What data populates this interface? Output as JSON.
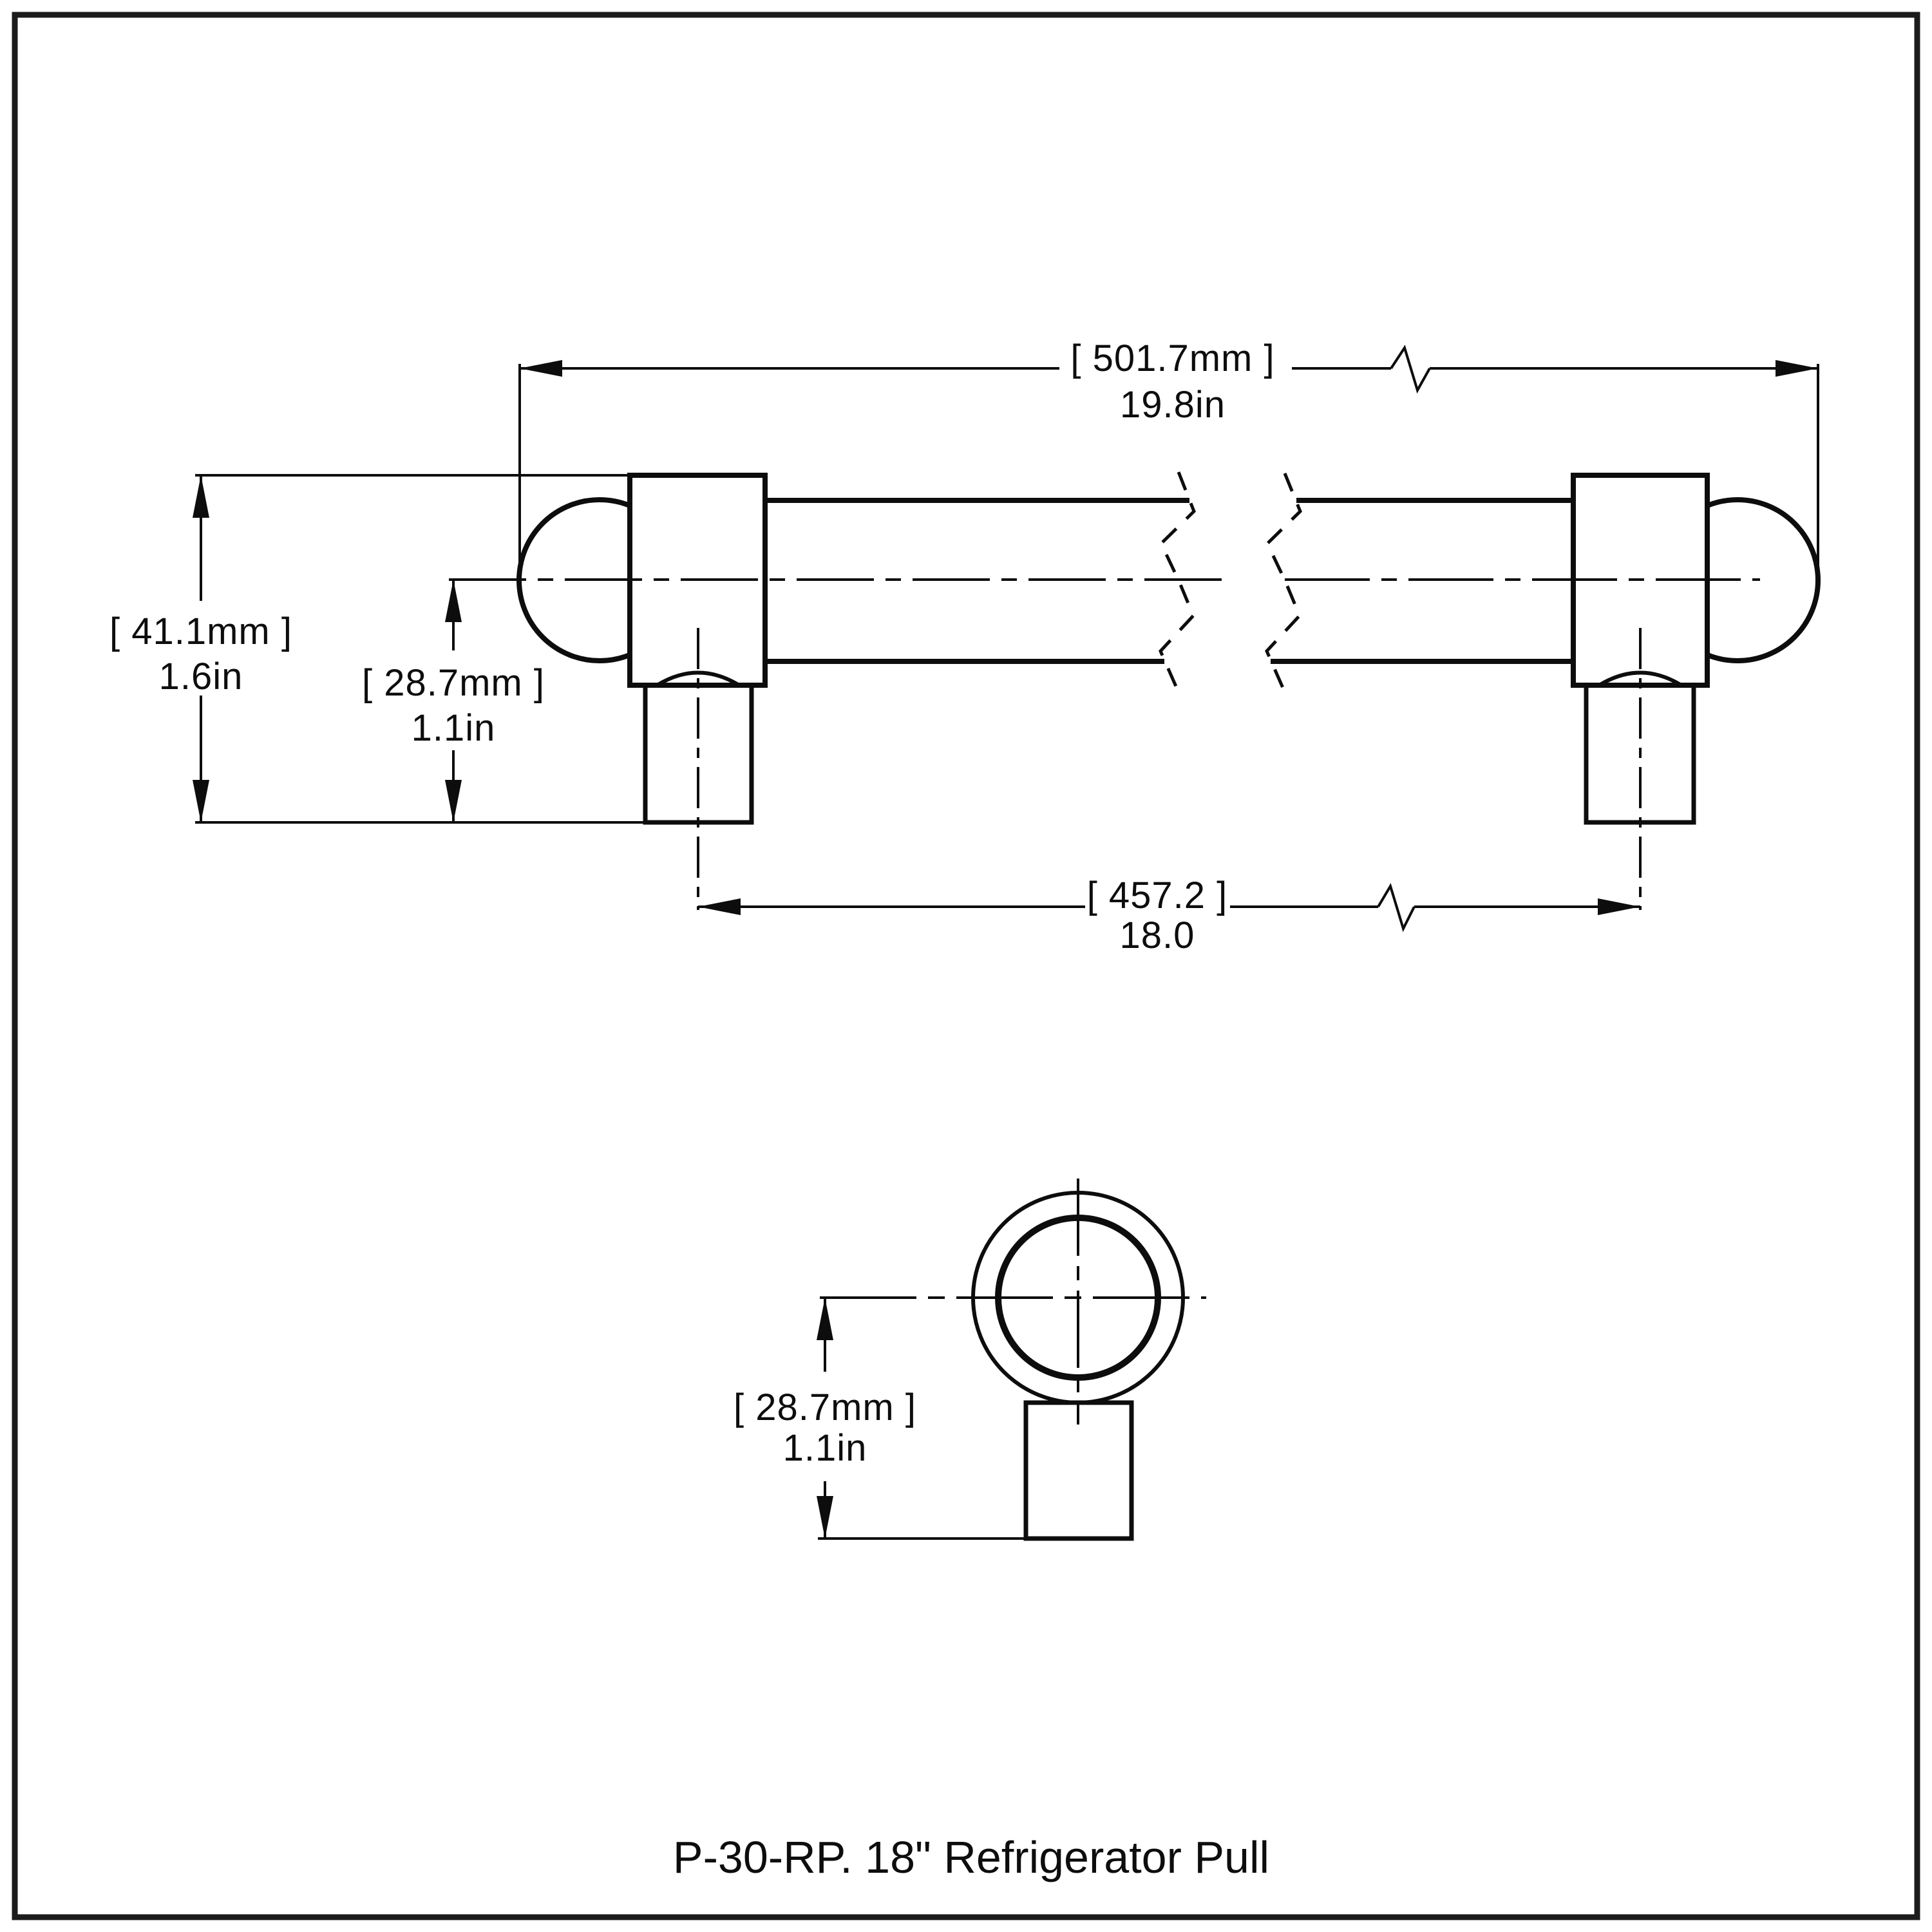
{
  "page": {
    "background_color": "#ffffff",
    "line_color": "#0d0d0d",
    "frame_color": "#1c1c1c"
  },
  "title": "P-30-RP. 18\" Refrigerator Pull",
  "dimensions": {
    "overall_length": {
      "metric": "[ 501.7mm ]",
      "imperial": "19.8in"
    },
    "overall_height": {
      "metric": "[ 41.1mm ]",
      "imperial": "1.6in"
    },
    "center_to_base_front": {
      "metric": "[ 28.7mm ]",
      "imperial": "1.1in"
    },
    "hole_spacing": {
      "metric": "[ 457.2 ]",
      "imperial": "18.0"
    },
    "center_to_base_bottom": {
      "metric": "[ 28.7mm ]",
      "imperial": "1.1in"
    }
  }
}
